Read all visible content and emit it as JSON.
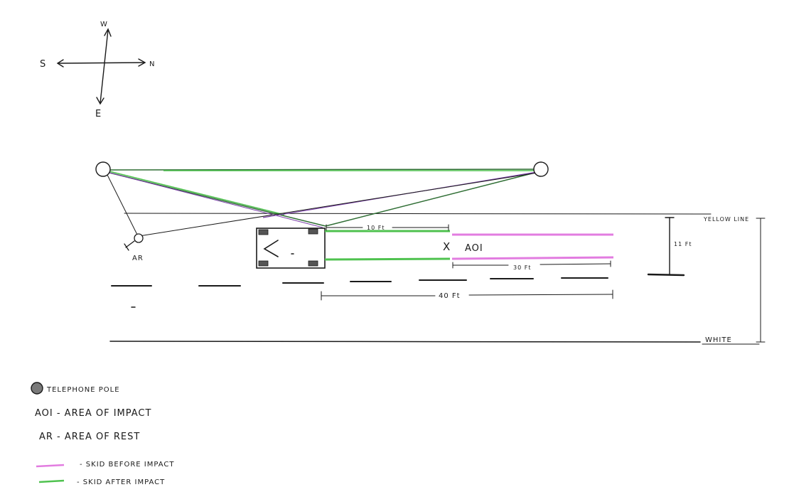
{
  "compass": {
    "north": "W",
    "south": "E",
    "east": "N",
    "west": "S"
  },
  "labels": {
    "yellow_line": "YELLOW LINE",
    "white_line": "WHITE",
    "area_of_rest_short": "AR",
    "area_of_impact_mark": "X",
    "area_of_impact_short": "AOI",
    "dim_10ft": "10 Ft",
    "dim_30ft": "30 Ft",
    "dim_40ft": "40 Ft",
    "dim_11ft": "11 Ft"
  },
  "legend": {
    "pole": "TELEPHONE POLE",
    "aoi": "AOI - AREA OF IMPACT",
    "ar": "AR - AREA OF REST",
    "skid_before": "- SKID BEFORE IMPACT",
    "skid_after": "- SKID AFTER IMPACT"
  },
  "colors": {
    "ink": "#1a1a1a",
    "skid_before": "#e27ce0",
    "skid_after": "#4fc24f",
    "dark_green": "#2f6e34",
    "purple": "#7a3fa8"
  }
}
